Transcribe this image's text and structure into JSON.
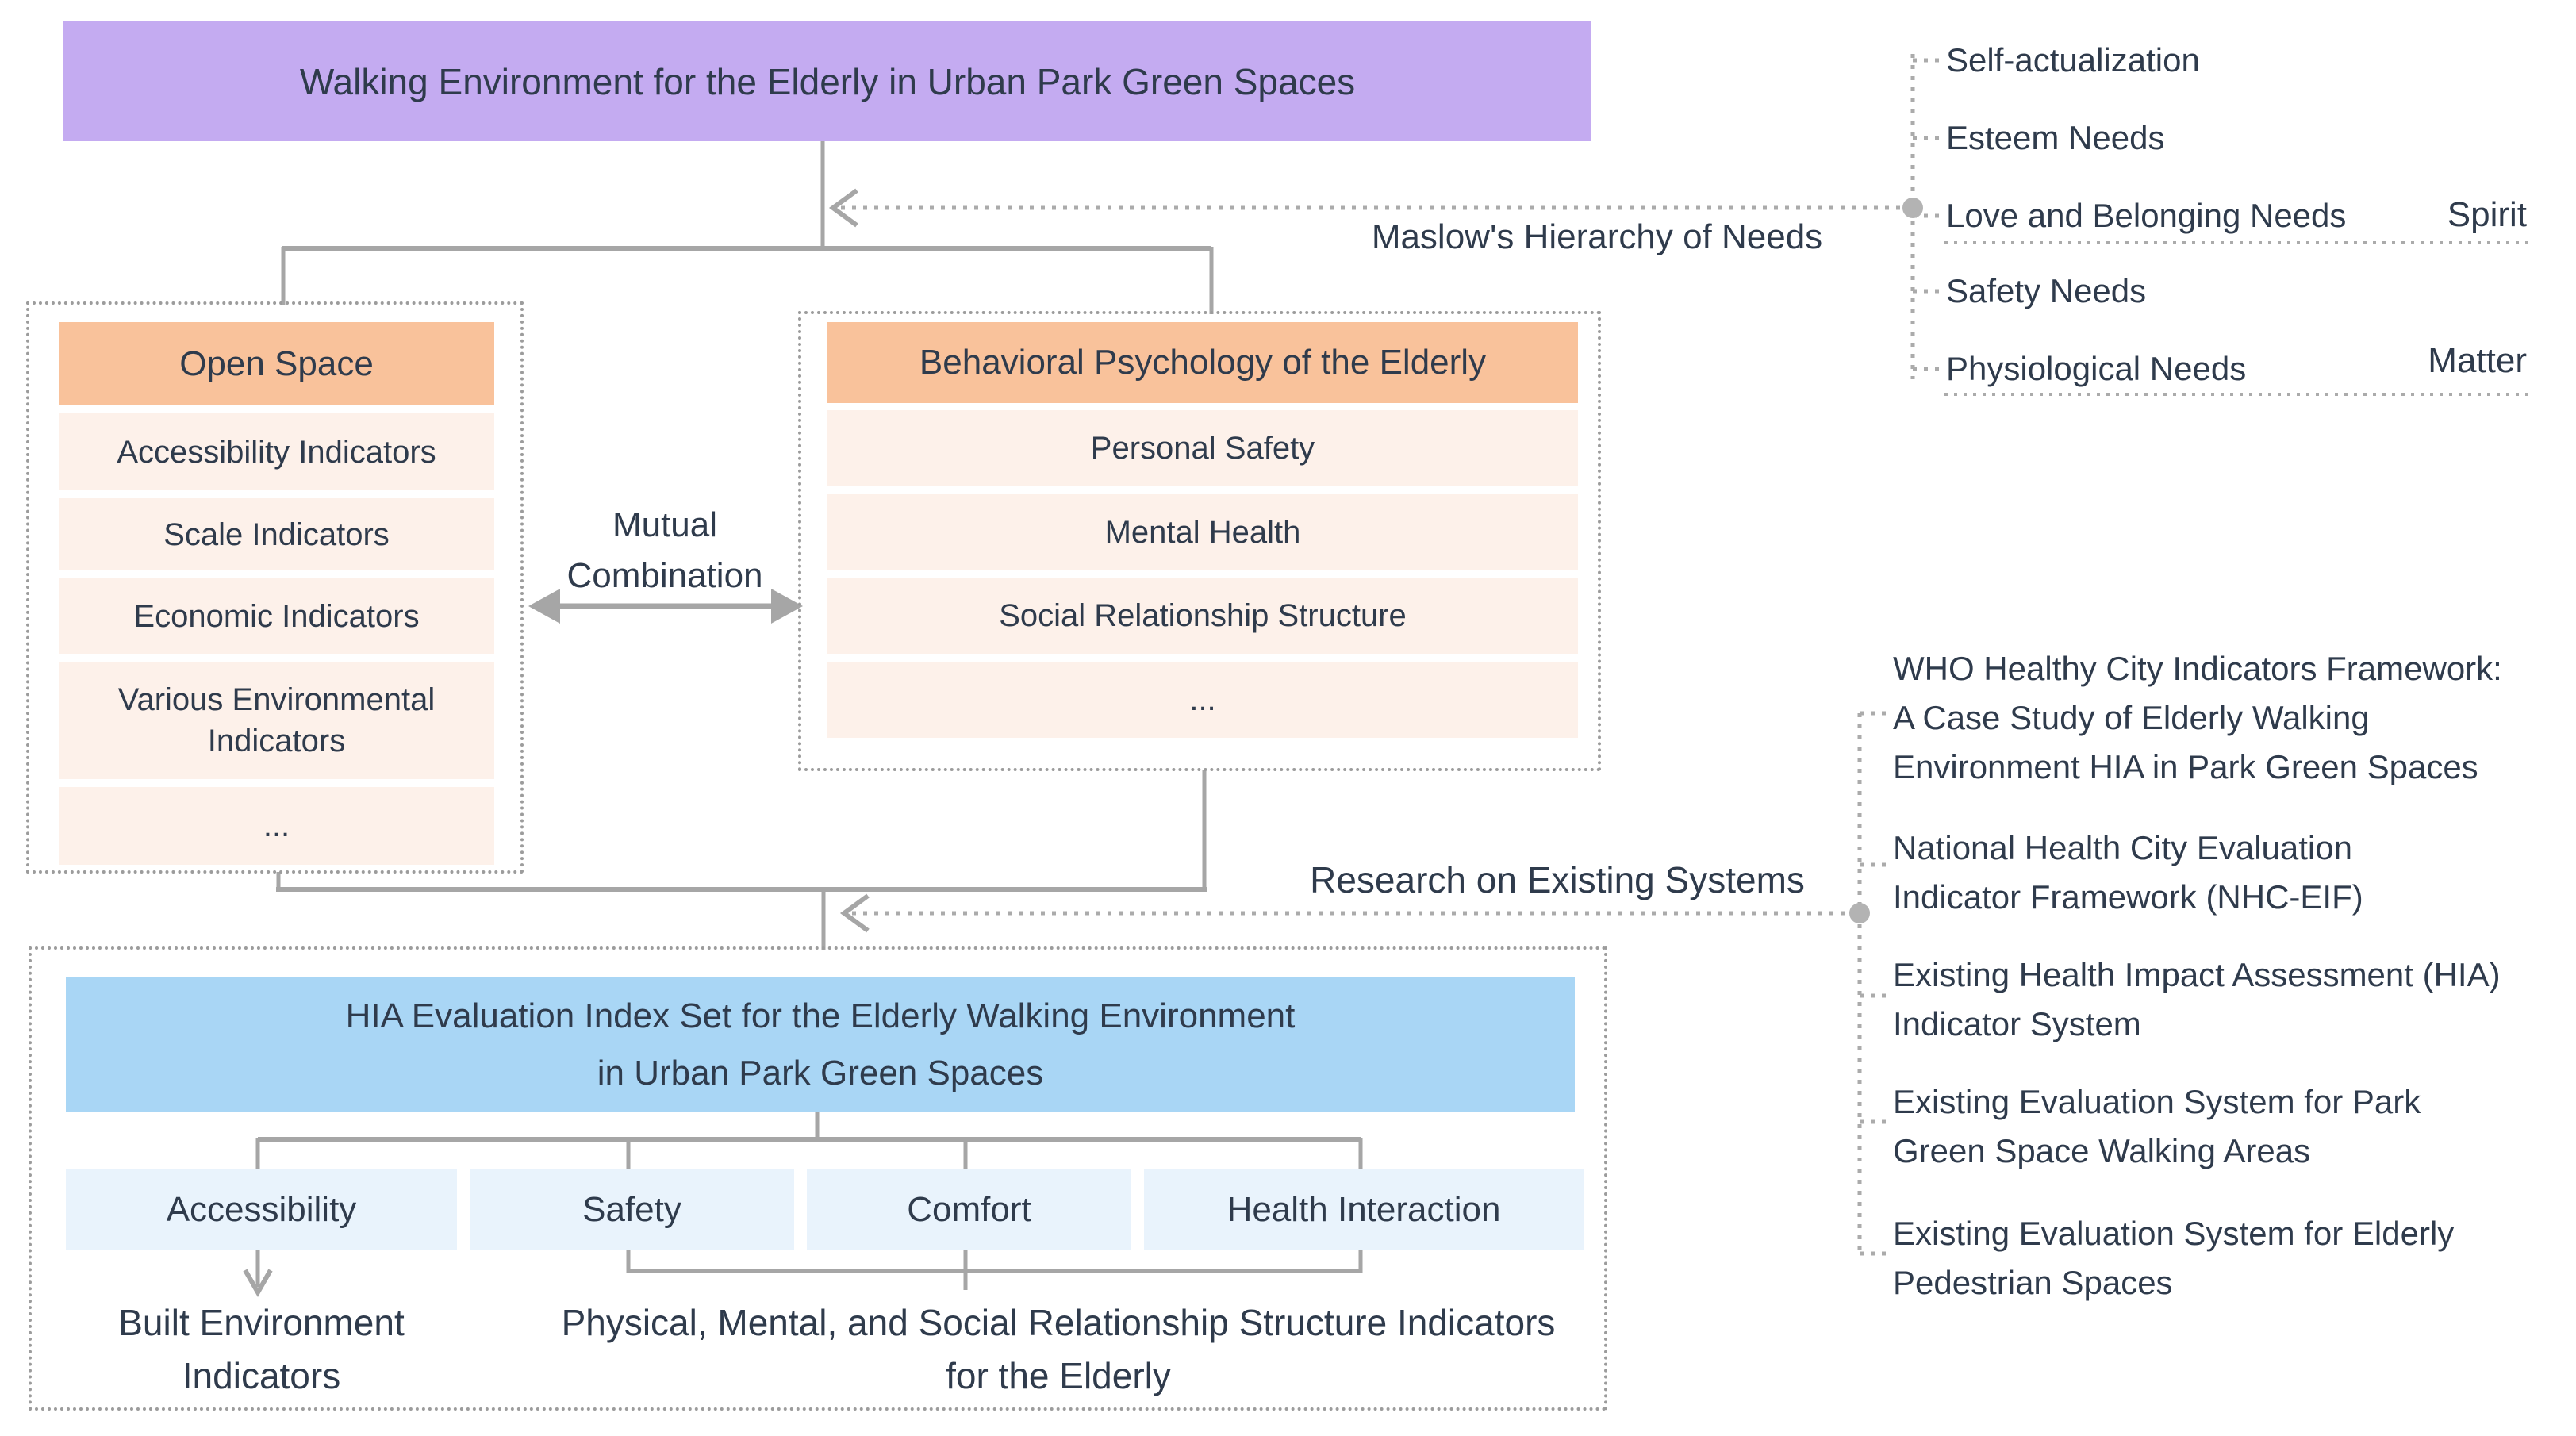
{
  "top_banner": {
    "title": "Walking Environment for the Elderly in Urban Park Green Spaces"
  },
  "maslow": {
    "label": "Maslow's Hierarchy of Needs",
    "items": [
      "Self-actualization",
      "Esteem Needs",
      "Love and Belonging Needs",
      "Safety Needs",
      "Physiological Needs"
    ],
    "spirit_label": "Spirit",
    "matter_label": "Matter"
  },
  "open_space": {
    "header": "Open Space",
    "rows": [
      "Accessibility Indicators",
      "Scale Indicators",
      "Economic Indicators",
      "Various Environmental Indicators",
      "..."
    ]
  },
  "behavioral": {
    "header": "Behavioral Psychology of the Elderly",
    "rows": [
      "Personal Safety",
      "Mental Health",
      "Social Relationship Structure",
      "..."
    ]
  },
  "mutual": {
    "label": "Mutual Combination"
  },
  "research": {
    "label": "Research on Existing Systems",
    "items": [
      "WHO Healthy City Indicators Framework: A Case Study of Elderly Walking Environment HIA in Park Green Spaces",
      "National Health City Evaluation Indicator Framework (NHC-EIF)",
      "Existing Health Impact Assessment (HIA) Indicator System",
      "Existing Evaluation System for Park Green Space Walking Areas",
      "Existing Evaluation System for Elderly Pedestrian Spaces"
    ]
  },
  "hia": {
    "title_lines": [
      "HIA Evaluation Index Set for the Elderly Walking Environment",
      "in Urban Park Green Spaces"
    ],
    "categories": [
      "Accessibility",
      "Safety",
      "Comfort",
      "Health Interaction"
    ],
    "built_env_label": "Built Environment Indicators",
    "elderly_label": "Physical, Mental, and Social Relationship Structure Indicators for the Elderly"
  },
  "colors": {
    "banner_purple": "#c4abf1",
    "header_orange": "#f9c29b",
    "row_peach": "#fdf1ea",
    "header_blue": "#a9d6f5",
    "row_light_blue": "#e9f3fc",
    "text": "#2f3b4c",
    "line_gray": "#a6a6a6",
    "dotted_gray": "#ababab"
  }
}
